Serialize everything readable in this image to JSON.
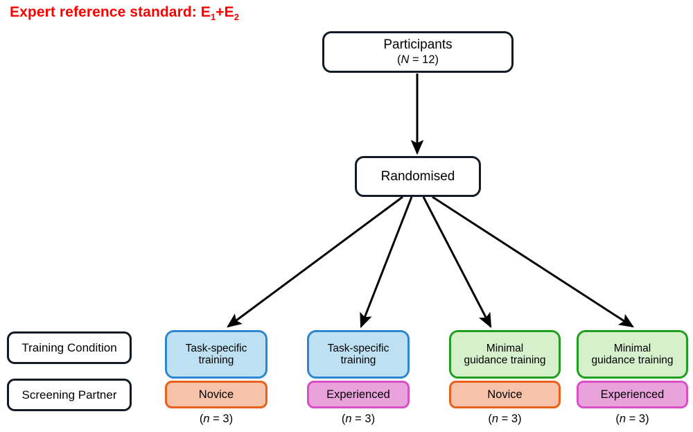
{
  "figure": {
    "title_prefix": "Expert reference standard: E",
    "title_sub1": "1",
    "title_mid": "+E",
    "title_sub2": "2",
    "title_color": "#ff0000"
  },
  "nodes": {
    "participants": {
      "label": "Participants",
      "count_open": "(",
      "count_italic": "N",
      "count_rest": " = 12)"
    },
    "randomised": {
      "label": "Randomised"
    }
  },
  "row_labels": [
    {
      "label": "Training Condition",
      "name": "training-condition"
    },
    {
      "label": "Screening Partner",
      "name": "screening-partner"
    }
  ],
  "arms": [
    {
      "condition": "Task-specific training",
      "condition_line1": "Task-specific",
      "condition_line2": "training",
      "condition_fill": "#bde0f2",
      "condition_border": "#2e86d0",
      "partner": "Novice",
      "partner_fill": "#f6c3aa",
      "partner_border": "#e8601c",
      "n_open": "(",
      "n_italic": "n",
      "n_rest": " = 3)"
    },
    {
      "condition": "Task-specific training",
      "condition_line1": "Task-specific",
      "condition_line2": "training",
      "condition_fill": "#bde0f2",
      "condition_border": "#2e86d0",
      "partner": "Experienced",
      "partner_fill": "#eaa2dd",
      "partner_border": "#d94fc6",
      "n_open": "(",
      "n_italic": "n",
      "n_rest": " = 3)"
    },
    {
      "condition": "Minimal guidance training",
      "condition_line1": "Minimal",
      "condition_line2": "guidance training",
      "condition_fill": "#d6f0cc",
      "condition_border": "#1f9e1f",
      "partner": "Novice",
      "partner_fill": "#f6c3aa",
      "partner_border": "#e8601c",
      "n_open": "(",
      "n_italic": "n",
      "n_rest": " = 3)"
    },
    {
      "condition": "Minimal guidance training",
      "condition_line1": "Minimal",
      "condition_line2": "guidance training",
      "condition_fill": "#d6f0cc",
      "condition_border": "#1f9e1f",
      "partner": "Experienced",
      "partner_fill": "#eaa2dd",
      "partner_border": "#d94fc6",
      "n_open": "(",
      "n_italic": "n",
      "n_rest": " = 3)"
    }
  ],
  "arrows": {
    "stroke_color": "#000000",
    "count": 5
  }
}
